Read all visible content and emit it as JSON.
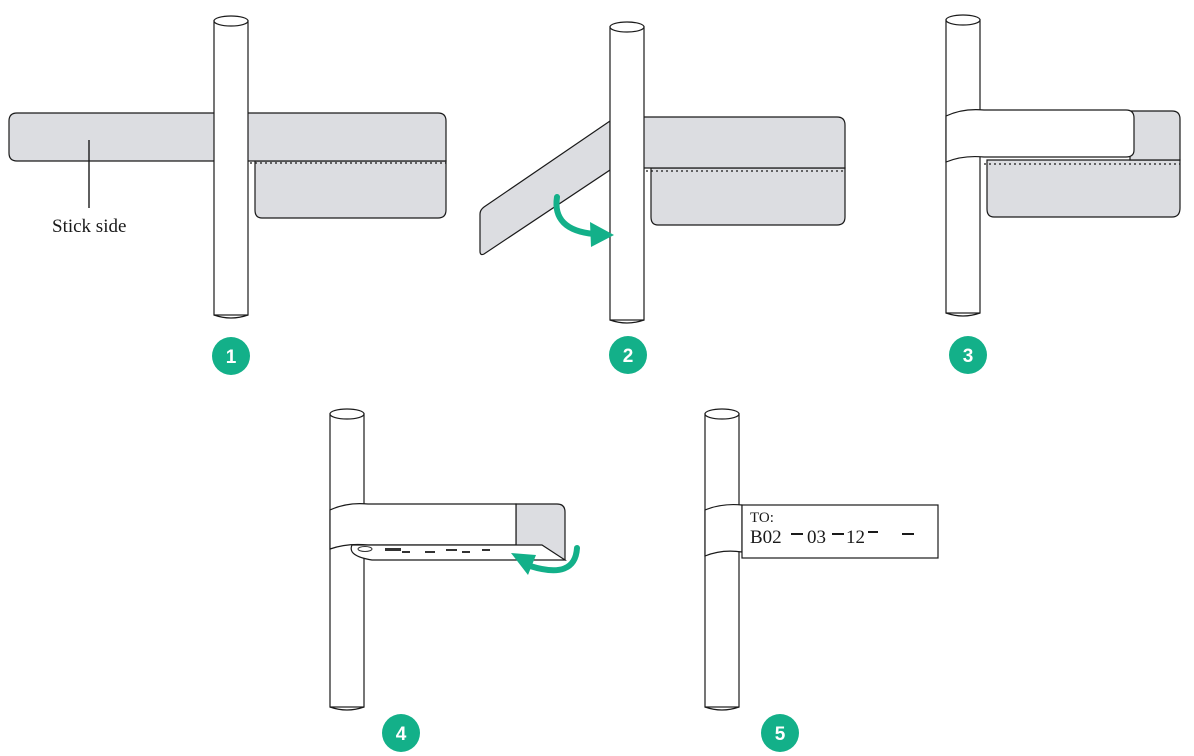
{
  "colors": {
    "label_fill": "#dcdde1",
    "outline": "#1a1a1a",
    "accent": "#13b089",
    "badge_text": "#ffffff",
    "background": "#ffffff"
  },
  "icons": {
    "arrow_step2": "curved-arrow-icon",
    "arrow_step4": "curved-arrow-icon"
  },
  "step1": {
    "badge": "1",
    "callout": "Stick side"
  },
  "step2": {
    "badge": "2"
  },
  "step3": {
    "badge": "3"
  },
  "step4": {
    "badge": "4"
  },
  "step5": {
    "badge": "5",
    "label_line1": "TO:",
    "label_line2_parts": [
      "B02",
      "03",
      "12"
    ]
  }
}
